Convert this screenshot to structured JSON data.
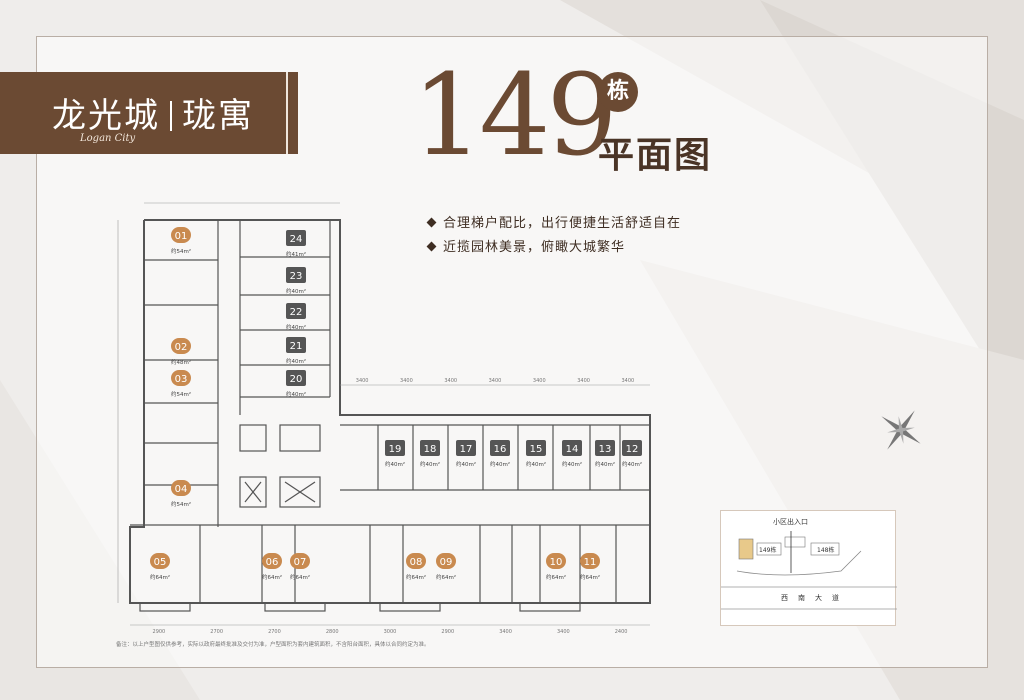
{
  "brand": {
    "name_a": "龙光城",
    "name_b": "珑寓",
    "english": "Logan City"
  },
  "header": {
    "building_number": "149",
    "building_unit": "栋",
    "plan_title": "平面图"
  },
  "features": [
    "合理梯户配比，出行便捷生活舒适自在",
    "近揽园林美景，俯瞰大城繁华"
  ],
  "colors": {
    "brand_brown": "#6b4a33",
    "unit_orange": "#c98a4f",
    "wall": "#555555"
  },
  "floorplan": {
    "units": [
      {
        "id": "01",
        "area": "约54m²"
      },
      {
        "id": "02",
        "area": "约48m²"
      },
      {
        "id": "03",
        "area": "约54m²"
      },
      {
        "id": "04",
        "area": "约54m²"
      },
      {
        "id": "05",
        "area": "约64m²"
      },
      {
        "id": "06",
        "area": "约64m²"
      },
      {
        "id": "07",
        "area": "约64m²"
      },
      {
        "id": "08",
        "area": "约64m²"
      },
      {
        "id": "09",
        "area": "约64m²"
      },
      {
        "id": "10",
        "area": "约64m²"
      },
      {
        "id": "11",
        "area": "约64m²"
      },
      {
        "id": "12",
        "area": "约40m²"
      },
      {
        "id": "13",
        "area": "约40m²"
      },
      {
        "id": "14",
        "area": "约40m²"
      },
      {
        "id": "15",
        "area": "约40m²"
      },
      {
        "id": "16",
        "area": "约40m²"
      },
      {
        "id": "17",
        "area": "约40m²"
      },
      {
        "id": "18",
        "area": "约40m²"
      },
      {
        "id": "19",
        "area": "约40m²"
      },
      {
        "id": "20",
        "area": "约40m²"
      },
      {
        "id": "21",
        "area": "约40m²"
      },
      {
        "id": "22",
        "area": "约40m²"
      },
      {
        "id": "23",
        "area": "约40m²"
      },
      {
        "id": "24",
        "area": "约41m²"
      }
    ],
    "dims_top_right": [
      "3400",
      "3400",
      "3400",
      "3400",
      "3400",
      "3400",
      "3400"
    ],
    "dims_bottom": [
      "2900",
      "2700",
      "2700",
      "2800",
      "3000",
      "2900",
      "3400",
      "3400",
      "2400"
    ]
  },
  "site_map": {
    "entrance": "小区出入口",
    "building_label": "149栋",
    "neighbor_label": "148栋",
    "road": "西南大道"
  },
  "footnote": "备注：以上户型图仅供参考，实际以政府最终批准及交付为准，户型面积为套内建筑面积，不含阳台面积，具体以合同约定为准。"
}
